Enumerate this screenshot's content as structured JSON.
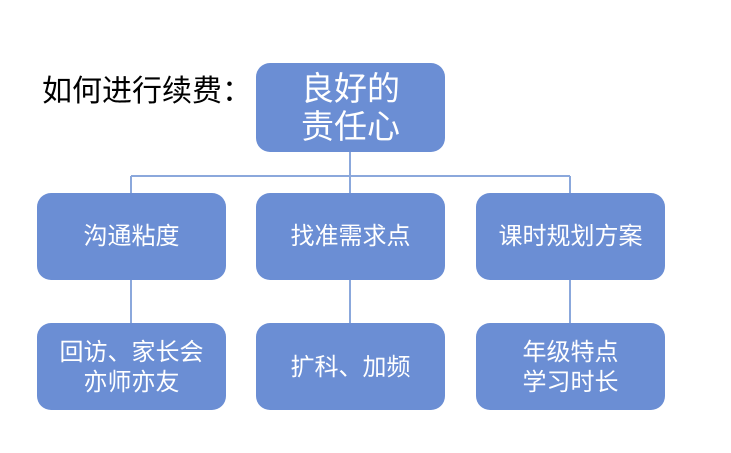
{
  "heading": "如何进行续费：",
  "root": {
    "lines": [
      "良好的",
      "责任心"
    ]
  },
  "level1": [
    {
      "label": "沟通粘度"
    },
    {
      "label": "找准需求点"
    },
    {
      "label": "课时规划方案"
    }
  ],
  "level2": [
    {
      "lines": [
        "回访、家长会",
        "亦师亦友"
      ]
    },
    {
      "lines": [
        "扩科、加频"
      ]
    },
    {
      "lines": [
        "年级特点",
        "学习时长"
      ]
    }
  ],
  "colors": {
    "node_fill": "#6b8ed4",
    "connector": "#8ba8dc",
    "node_text": "#ffffff",
    "heading_text": "#000000"
  }
}
